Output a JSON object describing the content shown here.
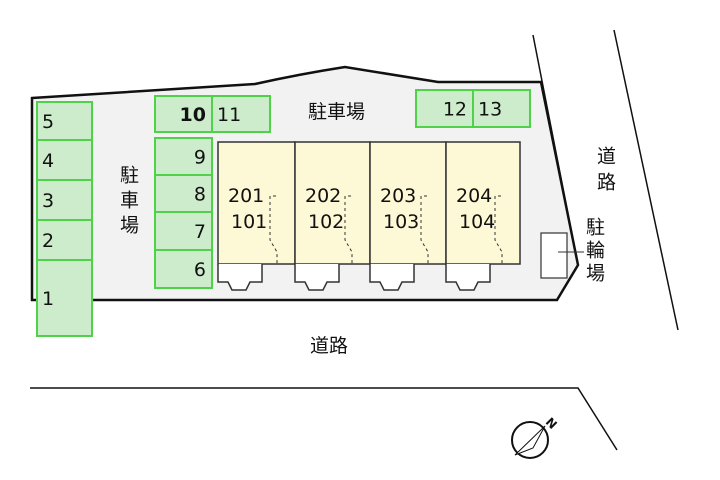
{
  "labels": {
    "parking_top": "駐車場",
    "parking_left": "駐車場",
    "road_right": "道路",
    "road_bottom": "道路",
    "bicycle_parking": "駐輪場",
    "north": "N"
  },
  "parking_spaces": [
    "1",
    "2",
    "3",
    "4",
    "5",
    "6",
    "7",
    "8",
    "9",
    "10",
    "11",
    "12",
    "13"
  ],
  "units": [
    {
      "upper": "201",
      "lower": "101"
    },
    {
      "upper": "202",
      "lower": "102"
    },
    {
      "upper": "203",
      "lower": "103"
    },
    {
      "upper": "204",
      "lower": "104"
    }
  ],
  "colors": {
    "parking": "#cdeccb",
    "parking_border": "#4fd14a",
    "building": "#fdf8d6",
    "lot": "#f2f2f2"
  }
}
